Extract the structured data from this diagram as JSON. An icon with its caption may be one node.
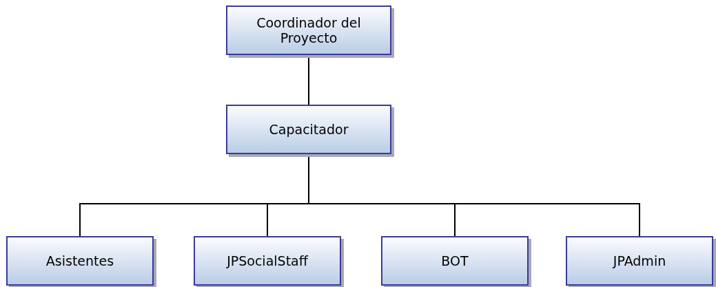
{
  "diagram": {
    "nodes": [
      {
        "text": [
          "Coordinador del Proyecto"
        ]
      },
      {
        "text": [
          "Capacitador"
        ]
      },
      {
        "text": [
          "Asistentes"
        ]
      },
      {
        "text": [
          "JPSocialStaff"
        ]
      },
      {
        "text": [
          "BOT"
        ]
      },
      {
        "text": [
          "JPAdmin"
        ]
      }
    ],
    "edges": [
      {
        "from": 0,
        "to": 1,
        "arrow": "none"
      },
      {
        "from": 1,
        "to": 2,
        "arrow": "none"
      },
      {
        "from": 1,
        "to": 3,
        "arrow": "none"
      },
      {
        "from": 1,
        "to": 4,
        "arrow": "none"
      },
      {
        "from": 1,
        "to": 5,
        "arrow": "none"
      }
    ]
  }
}
